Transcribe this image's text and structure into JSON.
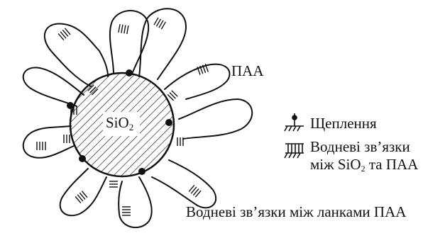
{
  "core": {
    "label_main": "SiO",
    "label_sub": "2"
  },
  "polymer_label": "ПАА",
  "legend": {
    "crosslink": "Щеплення",
    "hbond_line1": "Водневі зв’язки",
    "hbond_line2_pre": "між SiO",
    "hbond_line2_sub": "2",
    "hbond_line2_post": " та ПАА"
  },
  "bottom_label": "Водневі зв’язки між ланками ПАА",
  "colors": {
    "ink": "#111111",
    "background": "#ffffff"
  }
}
